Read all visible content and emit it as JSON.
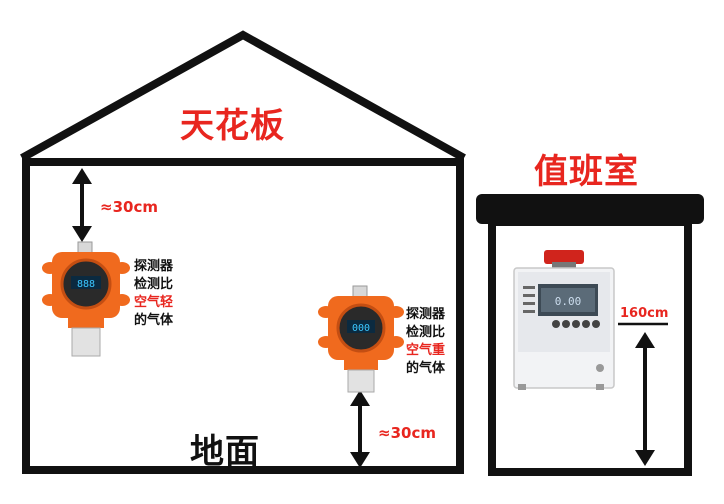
{
  "house": {
    "ceiling_label": "天花板",
    "floor_label": "地面"
  },
  "duty_room": {
    "title": "值班室",
    "height_label": "160cm"
  },
  "detector_light": {
    "distance_label": "≈30cm",
    "note": [
      "探测器",
      "检测比",
      "空气轻",
      "的气体"
    ]
  },
  "detector_heavy": {
    "distance_label": "≈30cm",
    "note": [
      "探测器",
      "检测比",
      "空气重",
      "的气体"
    ]
  },
  "colors": {
    "accent_red": "#e8261f",
    "detector_orange": "#f06a1e",
    "outline": "#111111",
    "panel": "#f2f3f5"
  }
}
